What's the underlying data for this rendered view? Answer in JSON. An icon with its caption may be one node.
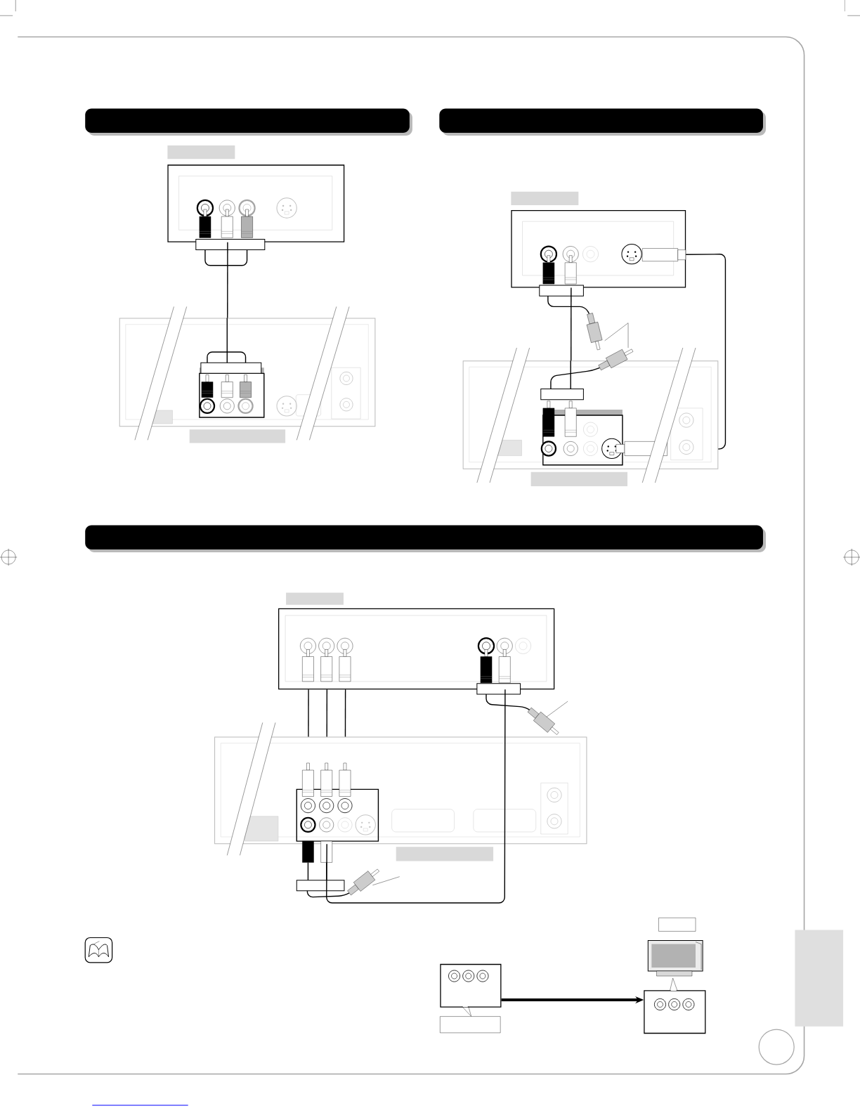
{
  "diagram": {
    "nodes": [
      {
        "text": [],
        "shape": "box"
      },
      {
        "text": [],
        "shape": "box"
      },
      {
        "text": [],
        "shape": "box"
      },
      {
        "text": [],
        "shape": "box"
      },
      {
        "text": [],
        "shape": "box"
      },
      {
        "text": [],
        "shape": "box"
      },
      {
        "text": [],
        "shape": "box"
      },
      {
        "text": [],
        "shape": "box"
      },
      {
        "text": [],
        "shape": "box"
      }
    ],
    "edges": [
      {
        "from": 0,
        "to": 1,
        "arrow": "none"
      },
      {
        "from": 2,
        "to": 3,
        "arrow": "none"
      },
      {
        "from": 2,
        "to": 3,
        "arrow": "none"
      },
      {
        "from": 4,
        "to": 5,
        "arrow": "none"
      },
      {
        "from": 4,
        "to": 5,
        "arrow": "none"
      },
      {
        "from": 4,
        "to": 5,
        "arrow": "none"
      },
      {
        "from": 4,
        "to": 5,
        "arrow": "none"
      },
      {
        "from": 6,
        "to": 7,
        "arrow": "to",
        "style": "thick"
      }
    ]
  }
}
